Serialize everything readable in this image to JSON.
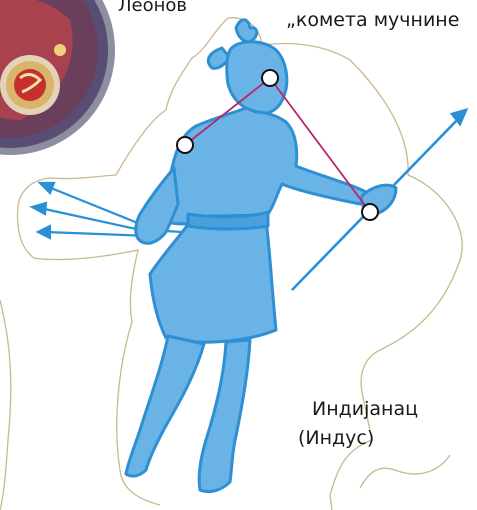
{
  "labels": {
    "cosmonaut_caption": "Леонов",
    "comet_caption": "„комета мучнине",
    "constellation_name": "Индијанац",
    "constellation_latin": "(Индус)"
  },
  "colors": {
    "figure_fill": "#6ab3e6",
    "figure_outline": "#2f8fd3",
    "constellation_line": "#b8266b",
    "boundary_line": "#c9b98f",
    "arrow_color": "#2a90d6"
  },
  "icons": {
    "badge": "soviet-emblem-badge-icon",
    "figure": "indus-warrior-figure-icon"
  }
}
